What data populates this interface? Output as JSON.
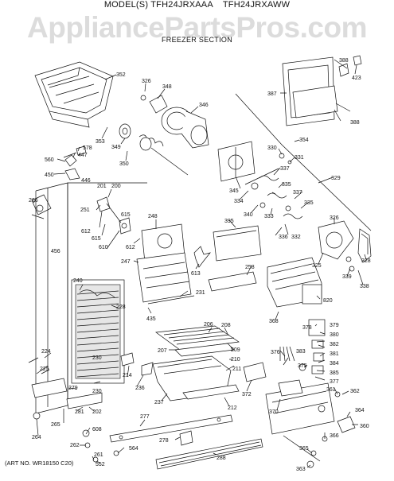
{
  "header": {
    "model_prefix": "MODEL(S)",
    "model_1": "TFH24JRXAAA",
    "model_2": "TFH24JRXAWW",
    "watermark": "AppliancePartsPros.com",
    "section": "FREEZER SECTION",
    "art_no": "(ART NO. WR18150 C20)"
  },
  "part_labels": [
    {
      "id": "352",
      "text": "352"
    },
    {
      "id": "326",
      "text": "326"
    },
    {
      "id": "348",
      "text": "348"
    },
    {
      "id": "346",
      "text": "346"
    },
    {
      "id": "353",
      "text": "353"
    },
    {
      "id": "349",
      "text": "349"
    },
    {
      "id": "350",
      "text": "350"
    },
    {
      "id": "578",
      "text": "578"
    },
    {
      "id": "447",
      "text": "447"
    },
    {
      "id": "560",
      "text": "560"
    },
    {
      "id": "450",
      "text": "450"
    },
    {
      "id": "446",
      "text": "446"
    },
    {
      "id": "266",
      "text": "266"
    },
    {
      "id": "201",
      "text": "201"
    },
    {
      "id": "200",
      "text": "200"
    },
    {
      "id": "251",
      "text": "251"
    },
    {
      "id": "612a",
      "text": "612"
    },
    {
      "id": "615a",
      "text": "615"
    },
    {
      "id": "615b",
      "text": "615"
    },
    {
      "id": "610",
      "text": "610"
    },
    {
      "id": "612b",
      "text": "612"
    },
    {
      "id": "248",
      "text": "248"
    },
    {
      "id": "247",
      "text": "247"
    },
    {
      "id": "613",
      "text": "613"
    },
    {
      "id": "456",
      "text": "456"
    },
    {
      "id": "240",
      "text": "240"
    },
    {
      "id": "228",
      "text": "228"
    },
    {
      "id": "231",
      "text": "231"
    },
    {
      "id": "435",
      "text": "435"
    },
    {
      "id": "206",
      "text": "206"
    },
    {
      "id": "208",
      "text": "208"
    },
    {
      "id": "207",
      "text": "207"
    },
    {
      "id": "209",
      "text": "209"
    },
    {
      "id": "210",
      "text": "210"
    },
    {
      "id": "211",
      "text": "211"
    },
    {
      "id": "212",
      "text": "212"
    },
    {
      "id": "224",
      "text": "224"
    },
    {
      "id": "225",
      "text": "225"
    },
    {
      "id": "230a",
      "text": "230"
    },
    {
      "id": "230b",
      "text": "230"
    },
    {
      "id": "214",
      "text": "214"
    },
    {
      "id": "236",
      "text": "236"
    },
    {
      "id": "237",
      "text": "237"
    },
    {
      "id": "279",
      "text": "279"
    },
    {
      "id": "202",
      "text": "202"
    },
    {
      "id": "281",
      "text": "281"
    },
    {
      "id": "265",
      "text": "265"
    },
    {
      "id": "264",
      "text": "264"
    },
    {
      "id": "608",
      "text": "608"
    },
    {
      "id": "262",
      "text": "262"
    },
    {
      "id": "261",
      "text": "261"
    },
    {
      "id": "277",
      "text": "277"
    },
    {
      "id": "278",
      "text": "278"
    },
    {
      "id": "564",
      "text": "564"
    },
    {
      "id": "552",
      "text": "552"
    },
    {
      "id": "288",
      "text": "288"
    },
    {
      "id": "388a",
      "text": "388"
    },
    {
      "id": "423",
      "text": "423"
    },
    {
      "id": "387",
      "text": "387"
    },
    {
      "id": "388b",
      "text": "388"
    },
    {
      "id": "354",
      "text": "354"
    },
    {
      "id": "330",
      "text": "330"
    },
    {
      "id": "331",
      "text": "331"
    },
    {
      "id": "337a",
      "text": "337"
    },
    {
      "id": "335a",
      "text": "335"
    },
    {
      "id": "329",
      "text": "329"
    },
    {
      "id": "345",
      "text": "345"
    },
    {
      "id": "334",
      "text": "334"
    },
    {
      "id": "340",
      "text": "340"
    },
    {
      "id": "333",
      "text": "333"
    },
    {
      "id": "337b",
      "text": "337"
    },
    {
      "id": "335b",
      "text": "335"
    },
    {
      "id": "336",
      "text": "336"
    },
    {
      "id": "332",
      "text": "332"
    },
    {
      "id": "326b",
      "text": "326"
    },
    {
      "id": "395",
      "text": "395"
    },
    {
      "id": "258",
      "text": "258"
    },
    {
      "id": "325",
      "text": "325"
    },
    {
      "id": "328",
      "text": "328"
    },
    {
      "id": "339",
      "text": "339"
    },
    {
      "id": "338",
      "text": "338"
    },
    {
      "id": "820",
      "text": "820"
    },
    {
      "id": "368",
      "text": "368"
    },
    {
      "id": "378",
      "text": "378"
    },
    {
      "id": "379",
      "text": "379"
    },
    {
      "id": "380",
      "text": "380"
    },
    {
      "id": "382",
      "text": "382"
    },
    {
      "id": "376",
      "text": "376"
    },
    {
      "id": "383",
      "text": "383"
    },
    {
      "id": "381",
      "text": "381"
    },
    {
      "id": "375",
      "text": "375"
    },
    {
      "id": "384",
      "text": "384"
    },
    {
      "id": "385",
      "text": "385"
    },
    {
      "id": "377",
      "text": "377"
    },
    {
      "id": "372",
      "text": "372"
    },
    {
      "id": "361",
      "text": "361"
    },
    {
      "id": "362",
      "text": "362"
    },
    {
      "id": "370",
      "text": "370"
    },
    {
      "id": "364",
      "text": "364"
    },
    {
      "id": "360",
      "text": "360"
    },
    {
      "id": "366",
      "text": "366"
    },
    {
      "id": "365",
      "text": "365"
    },
    {
      "id": "363",
      "text": "363"
    }
  ]
}
